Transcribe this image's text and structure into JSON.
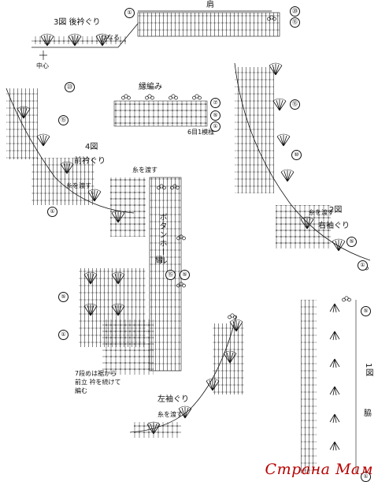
{
  "labels": {
    "fig3_title": "3図 後衿ぐり",
    "kata": "肩",
    "tsuzuru": "つなる",
    "chushin": "中心",
    "fig4_title": "4図",
    "front_neck": "前衿ぐり",
    "aide_wataru": "糸を渡す",
    "aide_wataru2": "糸を渡す",
    "aide_wataru3": "糸を渡す",
    "aide_wataru4": "糸を渡す",
    "fig2_title": "2図",
    "right_armhole": "右袖ぐり",
    "left_armhole": "左袖ぐり",
    "button_band": "ボタンホール",
    "edge": "縁",
    "edging_title": "縁編み",
    "rows6": "6目1模様",
    "note_line1": "7段めは裾から",
    "note_line2": "前立 衿を続けて",
    "note_line3": "編む",
    "fig1_title": "1図",
    "waki": "脇",
    "watermark": "Страна Мам"
  },
  "row_numbers": {
    "n1": "①",
    "n5": "⑤",
    "n7": "⑦",
    "n10": "⑩",
    "n13": "⑬",
    "n15": "⑮",
    "n20": "⑳",
    "n23": "㉓"
  }
}
